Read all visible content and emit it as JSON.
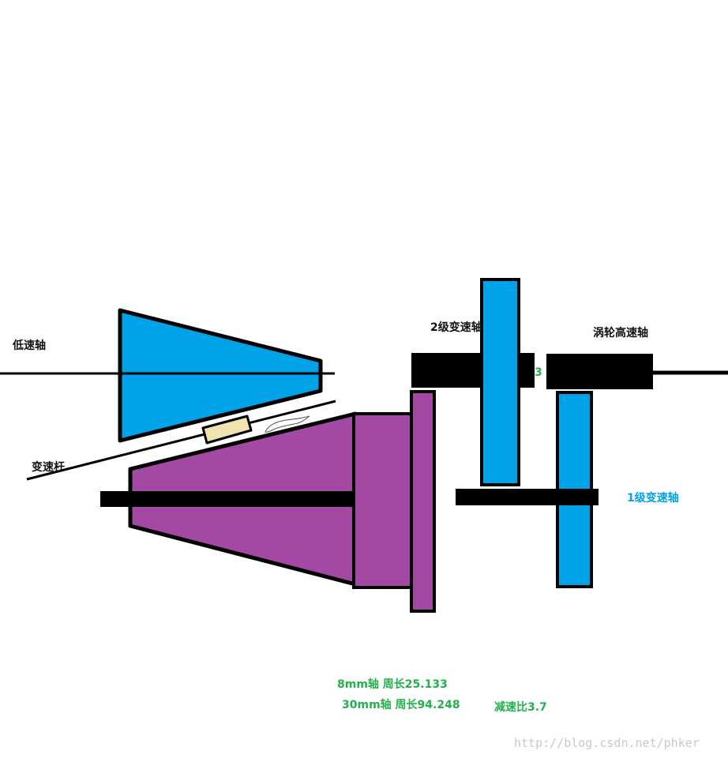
{
  "labels": {
    "low_speed_shaft": "低速轴",
    "shift_lever": "变速杆",
    "stage2_shaft": "2级变速轴",
    "stage2_fragment": "3",
    "worm_high_speed_shaft": "涡轮高速轴",
    "stage1_shaft": "1级变速轴",
    "shaft_8mm": "8mm轴 周长25.133",
    "shaft_30mm": "30mm轴 周长94.248",
    "reduction_ratio": "减速比3.7"
  },
  "watermark": "http://blog.csdn.net/phker",
  "colors": {
    "blue_cone": "#00a2e8",
    "purple_cone": "#a349a4",
    "outline": "#000000",
    "slider_fill": "#efe4b0",
    "label_green": "#22b14c",
    "label_blue": "#00a2e8",
    "label_dark": "#111111",
    "watermark": "#c8c8c8"
  }
}
